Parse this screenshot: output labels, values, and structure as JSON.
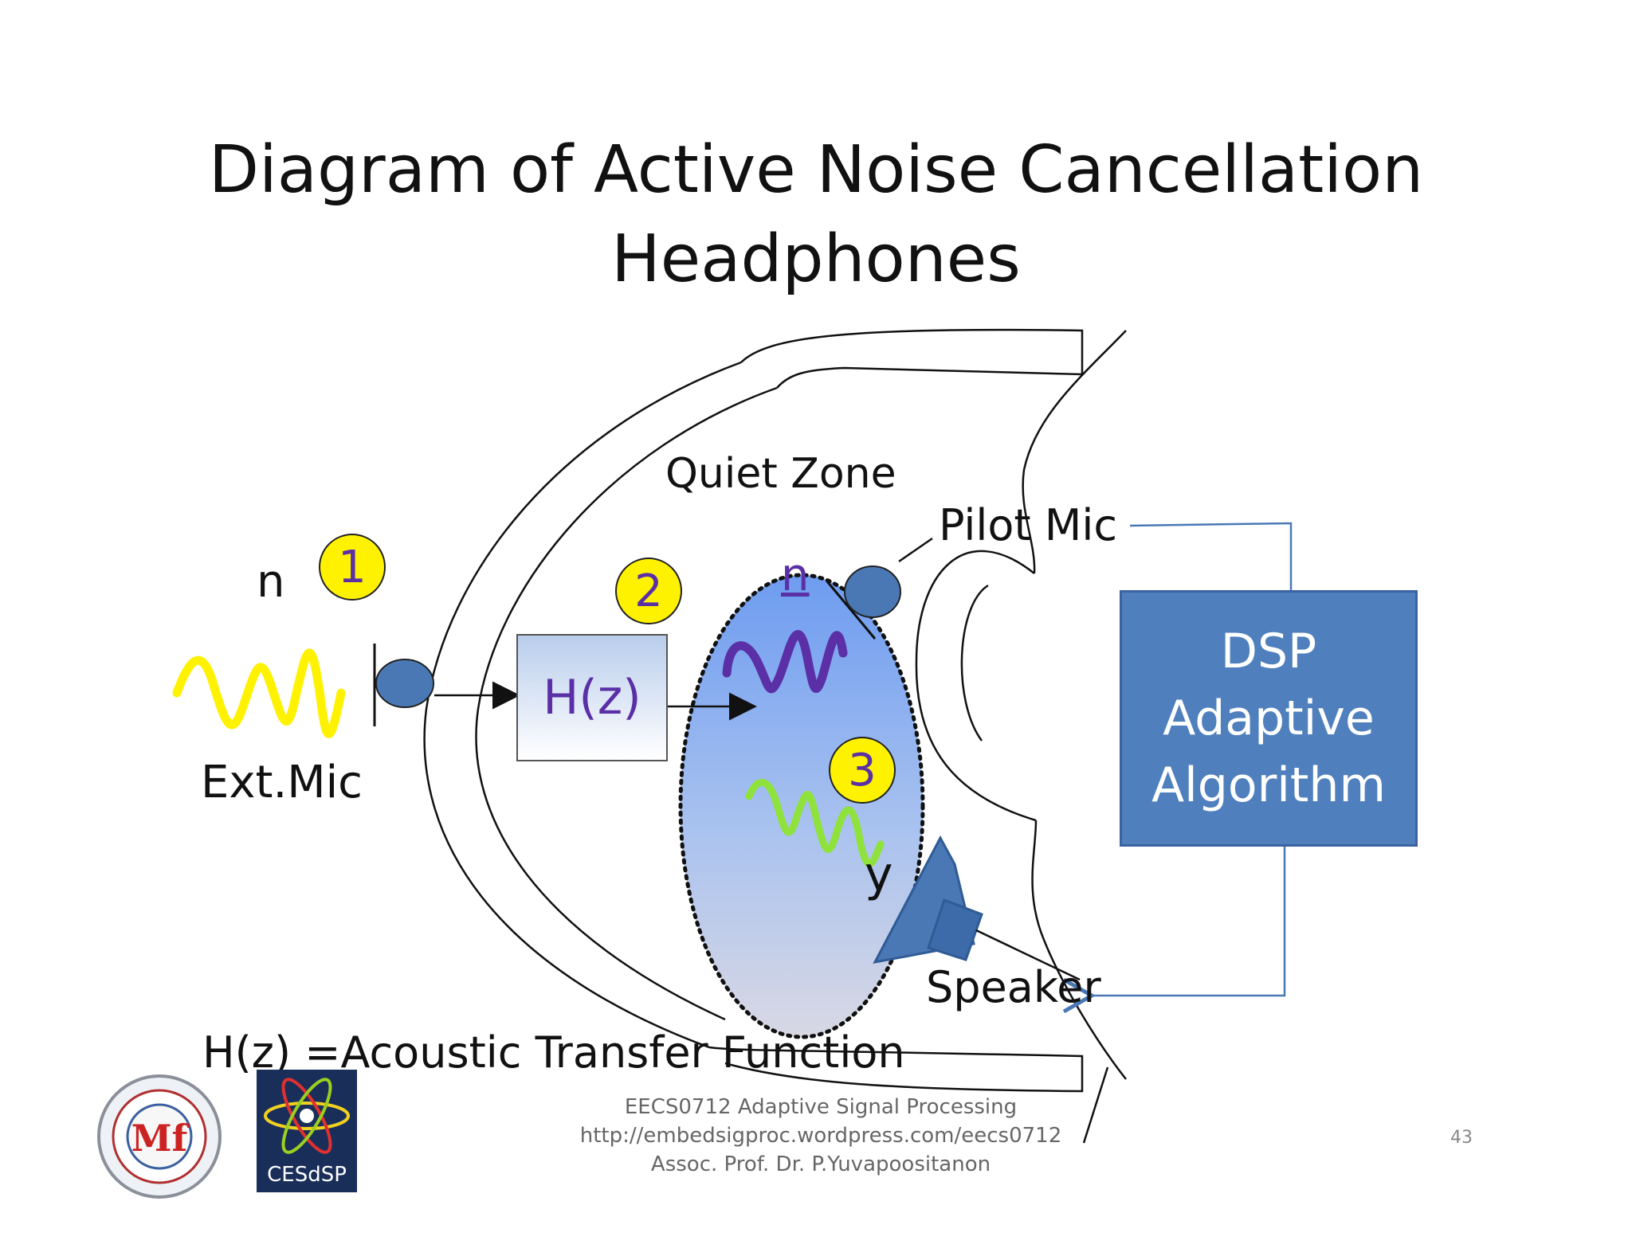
{
  "title": {
    "line1": "Diagram of Active Noise Cancellation",
    "line2": "Headphones"
  },
  "labels": {
    "n_input": "n",
    "ext_mic": "Ext.Mic",
    "quiet_zone": "Quiet Zone",
    "pilot_mic": "Pilot Mic",
    "n_bar": "n",
    "y": "y",
    "speaker": "Speaker",
    "transfer_function": "H(z) =Acoustic Transfer Function"
  },
  "hz_box": {
    "label": "H(z)"
  },
  "badges": [
    "1",
    "2",
    "3"
  ],
  "dsp_box": {
    "line1": "DSP",
    "line2": "Adaptive",
    "line3": "Algorithm"
  },
  "footer": {
    "line1": "EECS0712 Adaptive Signal Processing",
    "line2": "http://embedsigproc.wordpress.com/eecs0712",
    "line3": "Assoc. Prof. Dr. P.Yuvapoositanon"
  },
  "page_number": "43",
  "logos": {
    "cesdsp": "CESdSP"
  },
  "colors": {
    "dsp_fill": "#4f80bd",
    "badge_fill": "#fff200",
    "purple_text": "#5b2fa6",
    "noise_wave": "#fff200",
    "anti_noise_wave": "#8ee23b",
    "mic_fill": "#4a78b5"
  }
}
